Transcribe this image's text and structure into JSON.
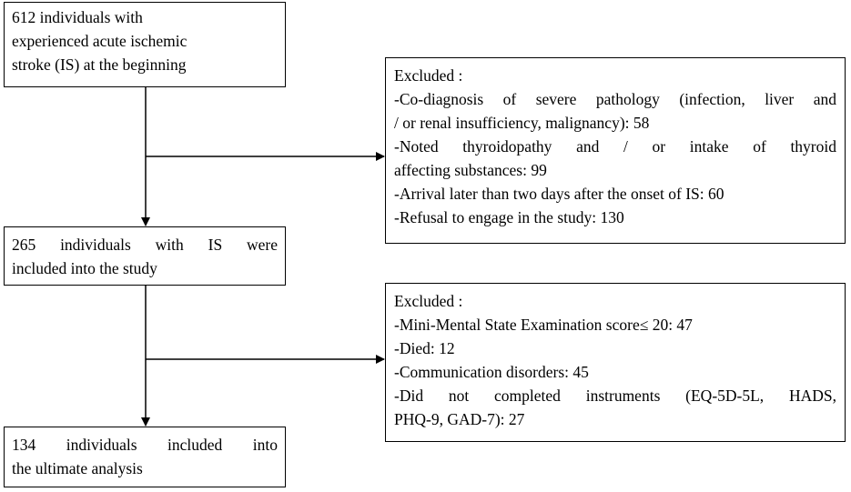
{
  "start_box": {
    "lines": [
      "612 individuals with",
      "experienced acute ischemic",
      "stroke (IS) at the beginning"
    ]
  },
  "included_box": {
    "lines": [
      "265 individuals with IS were",
      "included into the study"
    ]
  },
  "final_box": {
    "lines": [
      "134 individuals included into",
      "the ultimate analysis"
    ]
  },
  "excluded_box_1": {
    "title": "Excluded :",
    "lines": [
      "-Co-diagnosis of severe pathology (infection, liver and",
      "/ or renal insufficiency, malignancy): 58",
      "-Noted thyroidopathy and / or intake of thyroid",
      "affecting substances: 99",
      "-Arrival later than two days after the onset of IS: 60",
      "-Refusal to engage in the study: 130"
    ]
  },
  "excluded_box_2": {
    "title": "Excluded :",
    "lines": [
      "-Mini-Mental State Examination score≤ 20: 47",
      "-Died: 12",
      "-Communication disorders: 45",
      "-Did not completed instruments (EQ-5D-5L, HADS,",
      "PHQ-9, GAD-7): 27"
    ]
  }
}
